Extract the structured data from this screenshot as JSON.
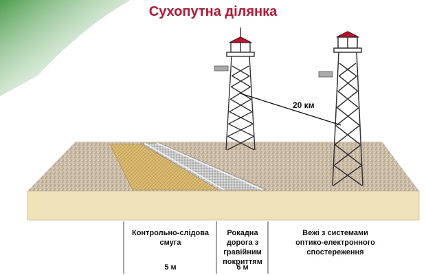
{
  "title": "Сухопутна ділянка",
  "distance_label": "20 км",
  "sections": [
    {
      "label": "Контрольно-слідова смуга",
      "width": "5 м"
    },
    {
      "label": "Рокадна дорога з гравійним покриттям",
      "width": "6 м"
    },
    {
      "label": "Вежі  з системами оптико-електронного спостереження",
      "width": ""
    }
  ],
  "colors": {
    "title": "#c8102e",
    "corner_accent": "#2e8b2e",
    "ground_top": "#c9bba4",
    "ground_front": "#efe2b8",
    "control_strip": "#d3b46a",
    "gravel_road": "#c5c5c5",
    "tower": "#333333",
    "tower_roof": "#c8102e"
  }
}
